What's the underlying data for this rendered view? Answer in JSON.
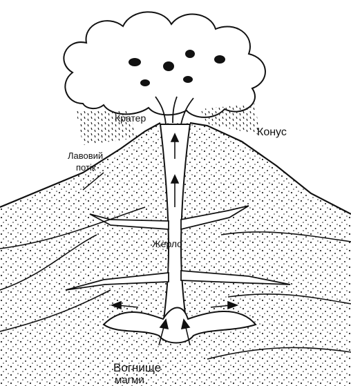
{
  "labels": {
    "crater": "Кратер",
    "cone": "Конус",
    "lava_flow_line1": "Лавовий",
    "lava_flow_line2": "потік",
    "vent": "Жерло",
    "magma_line1": "Вогнище",
    "magma_line2": "магми"
  },
  "colors": {
    "ink": "#111111",
    "paper": "#ffffff"
  }
}
